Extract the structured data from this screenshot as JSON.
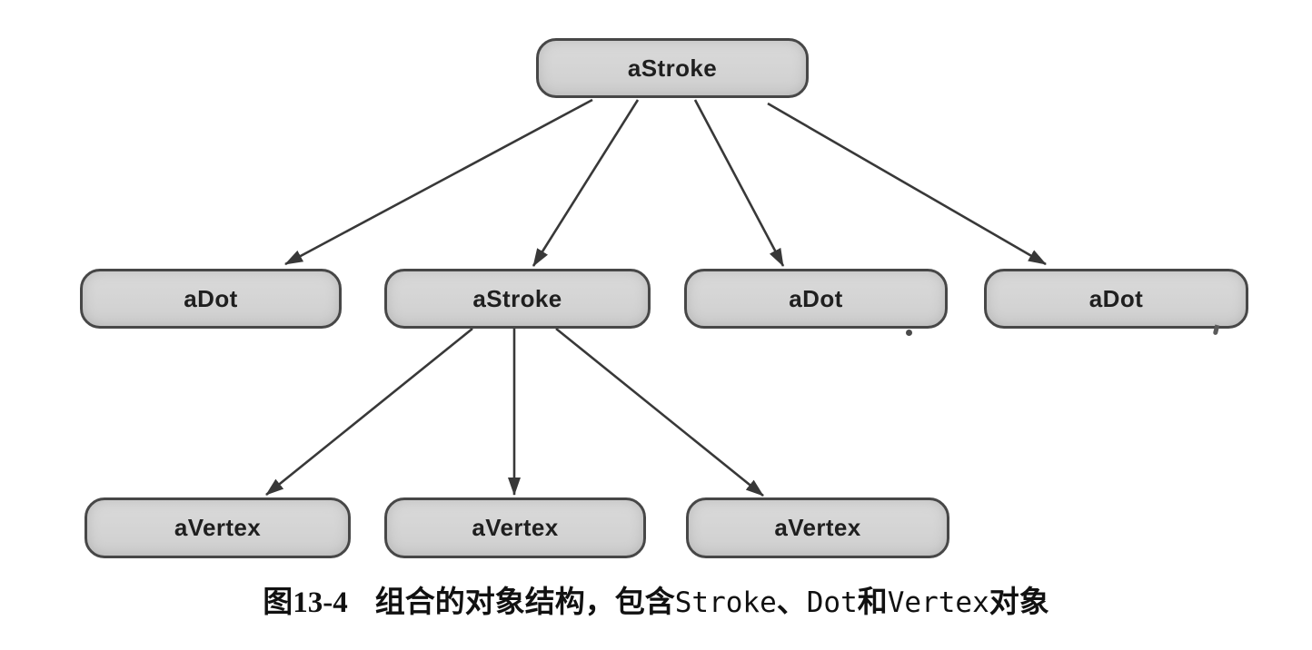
{
  "figure": {
    "nodes": {
      "root": {
        "label": "aStroke"
      },
      "l2": [
        {
          "label": "aDot"
        },
        {
          "label": "aStroke"
        },
        {
          "label": "aDot"
        },
        {
          "label": "aDot"
        }
      ],
      "l3": [
        {
          "label": "aVertex"
        },
        {
          "label": "aVertex"
        },
        {
          "label": "aVertex"
        }
      ]
    },
    "edges": [
      {
        "from": "root-aStroke",
        "to": "l2-aDot-1"
      },
      {
        "from": "root-aStroke",
        "to": "l2-aStroke"
      },
      {
        "from": "root-aStroke",
        "to": "l2-aDot-2"
      },
      {
        "from": "root-aStroke",
        "to": "l2-aDot-3"
      },
      {
        "from": "l2-aStroke",
        "to": "l3-aVertex-1"
      },
      {
        "from": "l2-aStroke",
        "to": "l3-aVertex-2"
      },
      {
        "from": "l2-aStroke",
        "to": "l3-aVertex-3"
      }
    ],
    "caption": {
      "number": "图13-4",
      "part1": "组合的对象结构，包含",
      "code1": "Stroke",
      "sep1": "、",
      "code2": "Dot",
      "conj": "和",
      "code3": "Vertex",
      "part2": "对象"
    },
    "colors": {
      "node_fill": "#d7d7d7",
      "node_border": "#474747",
      "node_text": "#1f1f1f",
      "arrow": "#383838",
      "caption_text": "#111111",
      "background": "#ffffff"
    }
  }
}
